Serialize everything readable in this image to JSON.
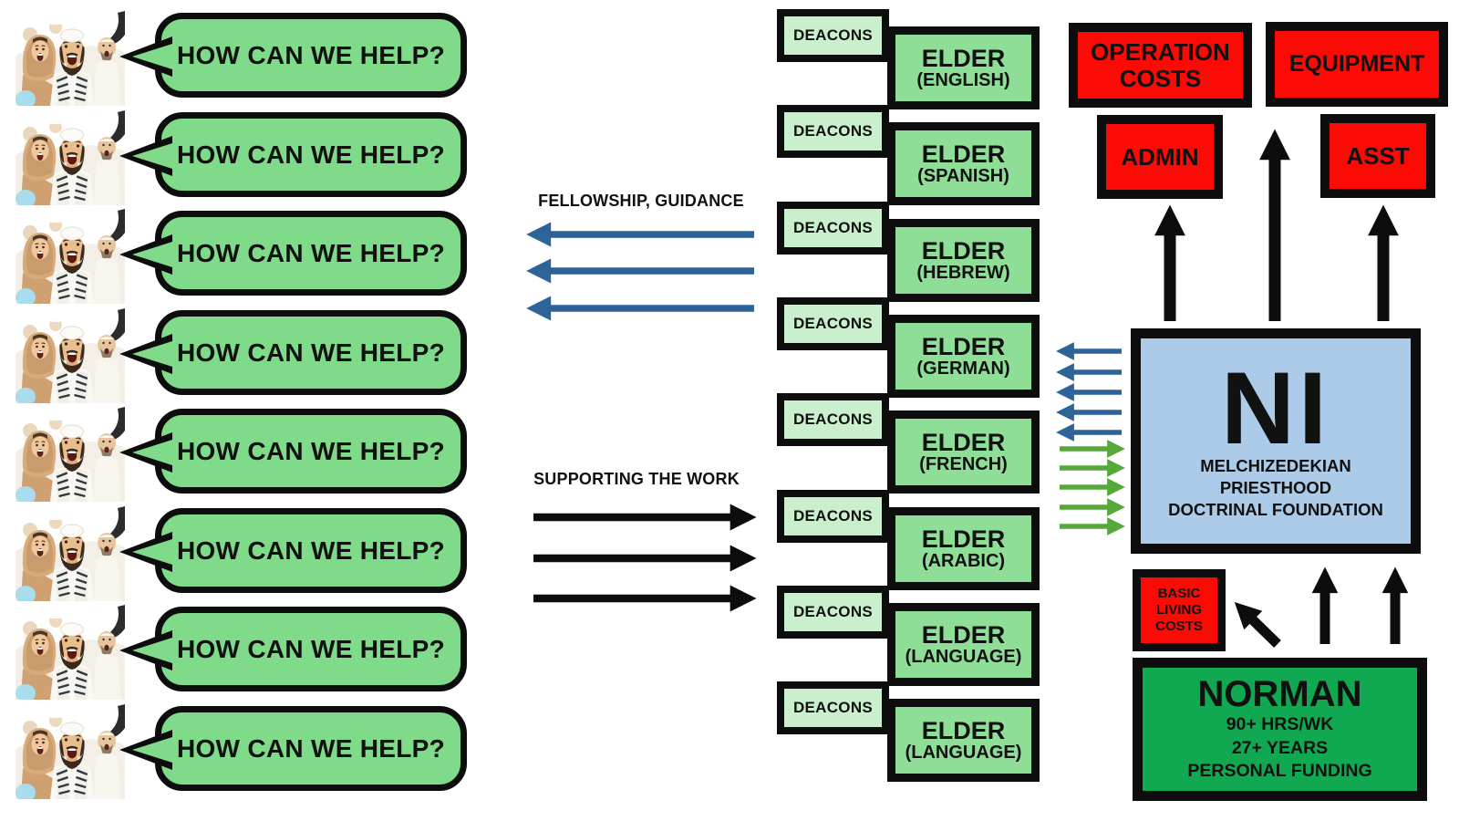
{
  "colors": {
    "bubble_green": "#7fda89",
    "deacons_green": "#c9efcc",
    "elder_green": "#8ede97",
    "ni_blue": "#abcbe9",
    "cost_red": "#fb0a06",
    "norman_green": "#10a850",
    "arrow_blue": "#2d6399",
    "arrow_green": "#55a83a",
    "arrow_black": "#0d0d0d",
    "outline_black": "#0d0d0d"
  },
  "left_column": {
    "bubble_text": "HOW CAN WE HELP?",
    "row_count": 8,
    "crowd_icon": "shouting-crowd-illustration"
  },
  "flow_labels": {
    "fellowship": "FELLOWSHIP, GUIDANCE",
    "supporting": "SUPPORTING THE WORK"
  },
  "middle_column": {
    "deacons_label": "DEACONS",
    "elders": [
      {
        "title": "ELDER",
        "language": "(ENGLISH)"
      },
      {
        "title": "ELDER",
        "language": "(SPANISH)"
      },
      {
        "title": "ELDER",
        "language": "(HEBREW)"
      },
      {
        "title": "ELDER",
        "language": "(GERMAN)"
      },
      {
        "title": "ELDER",
        "language": "(FRENCH)"
      },
      {
        "title": "ELDER",
        "language": "(ARABIC)"
      },
      {
        "title": "ELDER",
        "language": "(LANGUAGE)"
      },
      {
        "title": "ELDER",
        "language": "(LANGUAGE)"
      }
    ]
  },
  "right_column": {
    "operation_costs_label": "OPERATION COSTS",
    "equipment_label": "EQUIPMENT",
    "admin_label": "ADMIN",
    "asst_label": "ASST",
    "ni": {
      "abbr": "NI",
      "subtitle_line1": "MELCHIZEDEKIAN",
      "subtitle_line2": "PRIESTHOOD",
      "subtitle_line3": "DOCTRINAL FOUNDATION"
    },
    "basic_living_costs": {
      "line1": "BASIC",
      "line2": "LIVING",
      "line3": "COSTS"
    },
    "norman": {
      "name": "NORMAN",
      "line1": "90+ HRS/WK",
      "line2": "27+ YEARS",
      "line3": "PERSONAL FUNDING"
    }
  }
}
